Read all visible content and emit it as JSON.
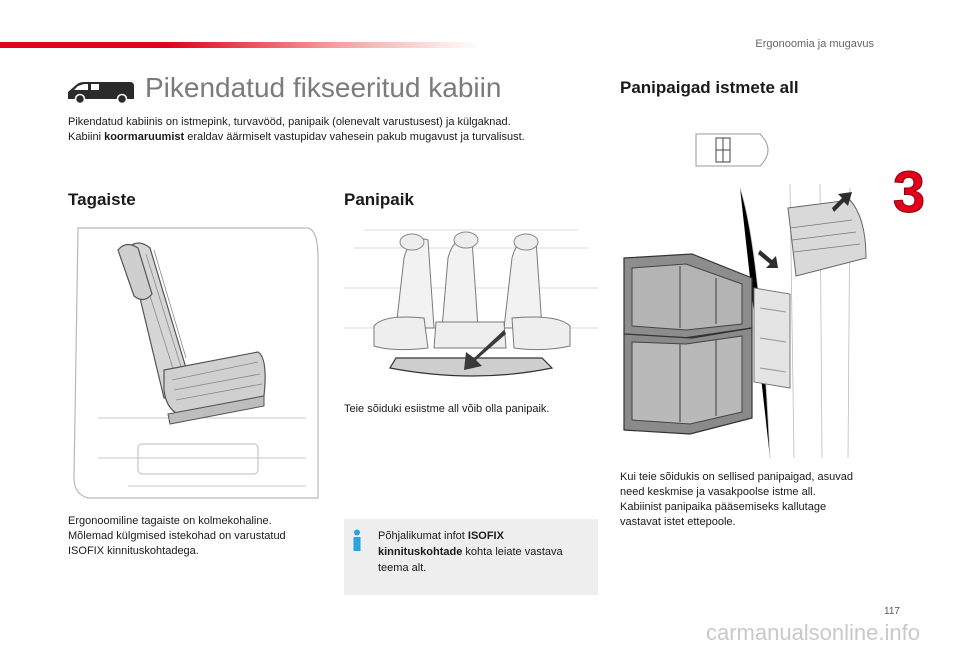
{
  "header": {
    "chapter_title": "Ergonoomia ja mugavus",
    "chapter_number": "3",
    "accent_color": "#e2001a"
  },
  "main": {
    "title": "Pikendatud fikseeritud kabiin",
    "intro_line1": "Pikendatud kabiinis on istmepink, turvavööd, panipaik (olenevalt varustusest) ja külgaknad.",
    "intro_line2_before": "Kabiini ",
    "intro_line2_bold": "koormaruumist",
    "intro_line2_after": " eraldav äärmiselt vastupidav vahesein pakub mugavust ja turvalisust."
  },
  "tagaiste": {
    "heading": "Tagaiste",
    "caption": "Ergonoomiline tagaiste on kolmekohaline.\nMõlemad külgmised istekohad on varustatud ISOFIX kinnituskohtadega."
  },
  "panipaik": {
    "heading": "Panipaik",
    "caption": "Teie sõiduki esiistme all võib olla panipaik."
  },
  "info_box": {
    "icon": "info-icon",
    "text_before": "Põhjalikumat infot ",
    "text_bold": "ISOFIX kinnituskohtade",
    "text_after": " kohta leiate vastava teema alt."
  },
  "panipaigad": {
    "heading": "Panipaigad istmete all",
    "caption": "Kui teie sõidukis on sellised panipaigad, asuvad need keskmise ja vasakpoolse istme all.\nKabiinist panipaika pääsemiseks kallutage vastavat istet ettepoole."
  },
  "footer": {
    "page_number": "117",
    "watermark": "carmanualsonline.info"
  }
}
